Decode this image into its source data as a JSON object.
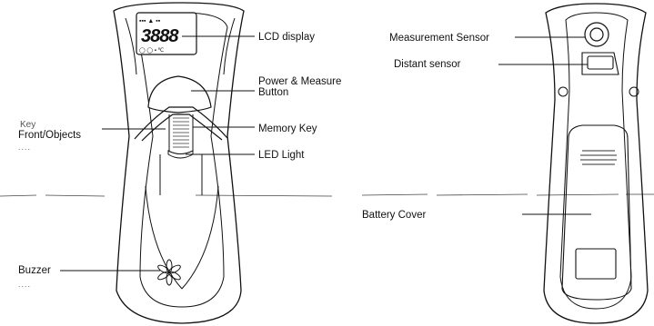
{
  "front": {
    "labels": {
      "lcd_display": "LCD display",
      "power_line1": "Power & Measure",
      "power_line2": "Button",
      "key_line1": "Key",
      "key_line2": "Front/Objects",
      "memory_key": "Memory Key",
      "led_light": "LED Light",
      "buzzer": "Buzzer"
    },
    "lcd_digits": "3888"
  },
  "back": {
    "labels": {
      "measurement_sensor": "Measurement Sensor",
      "distant_sensor": "Distant sensor",
      "battery_cover": "Battery Cover"
    }
  }
}
